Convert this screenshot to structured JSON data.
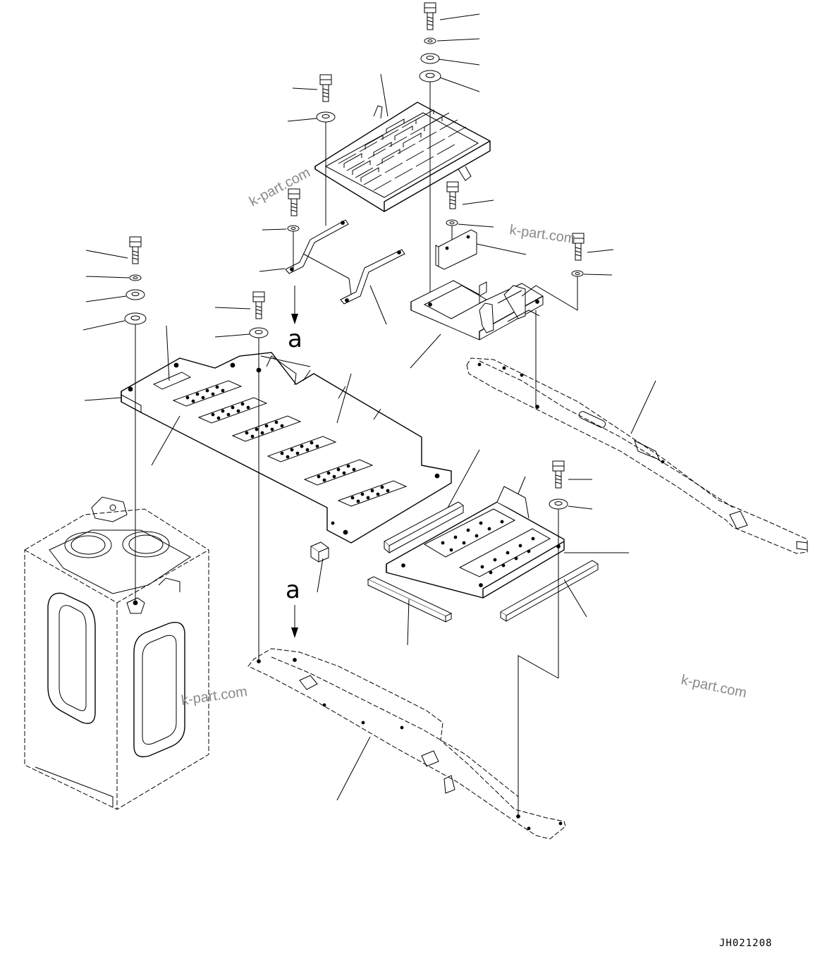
{
  "view_letters": [
    "a",
    "a"
  ],
  "watermarks": [
    "k-part.com",
    "k-part.com",
    "k-part.com",
    "k-part.com"
  ],
  "drawing_code": "JH021208"
}
